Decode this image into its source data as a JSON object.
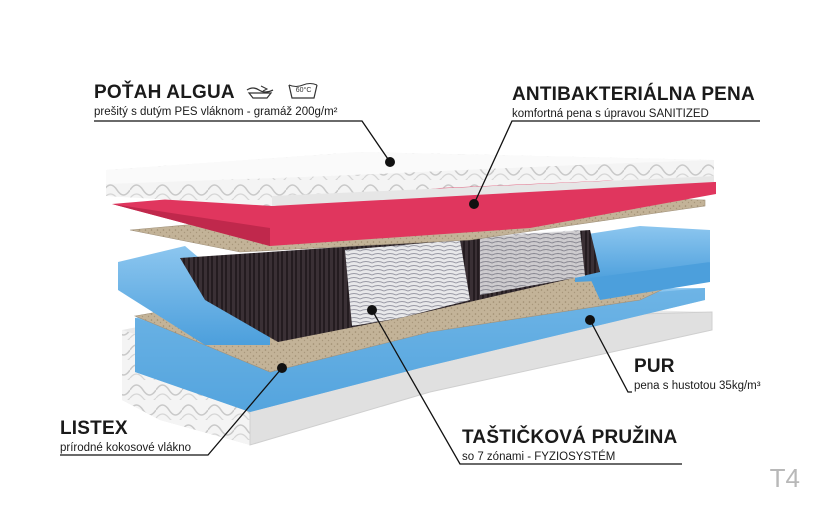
{
  "labels": {
    "cover": {
      "title": "POŤAH ALGUA",
      "subtitle": "prešitý s dutým PES vláknom - gramáž 200g/m²",
      "wash_temp": "60°C"
    },
    "antibacterial": {
      "title": "ANTIBAKTERIÁLNA PENA",
      "subtitle": "komfortná pena s úpravou SANITIZED"
    },
    "pur": {
      "title": "PUR",
      "subtitle": "pena s hustotou 35kg/m³"
    },
    "listex": {
      "title": "LISTEX",
      "subtitle": "prírodné kokosové vlákno"
    },
    "springs": {
      "title": "TAŠTIČKOVÁ PRUŽINA",
      "subtitle": "so 7 zónami - FYZIOSYSTÉM"
    }
  },
  "model_code": "T4",
  "icons": [
    "hand-wash-icon",
    "wash-60-icon"
  ],
  "colors": {
    "foam_pink": "#e0365e",
    "pur_blue": "#6fb4e6",
    "coconut": "#bfae93",
    "spring_dark": "#2b2226",
    "cover_white": "#f2f2f2"
  }
}
